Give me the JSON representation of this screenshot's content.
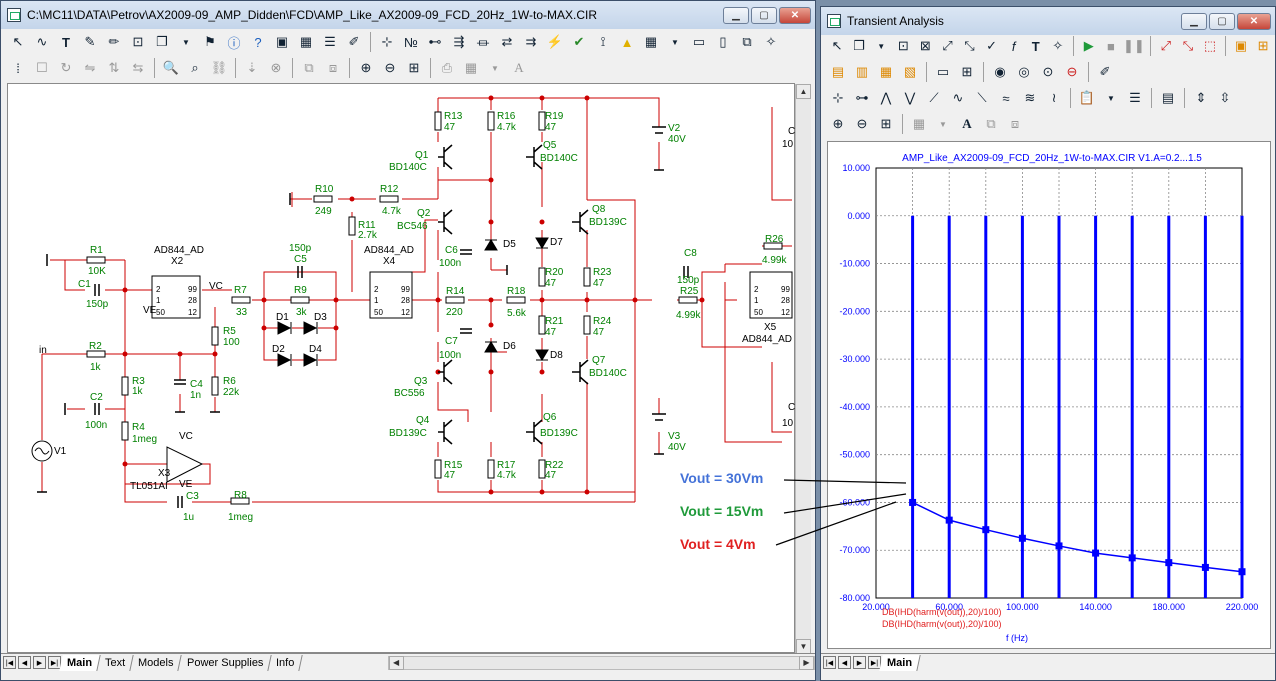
{
  "schematic_window": {
    "title": "C:\\MC11\\DATA\\Petrov\\AX2009-09_AMP_Didden\\FCD\\AMP_Like_AX2009-09_FCD_20Hz_1W-to-MAX.CIR",
    "tabs": [
      "Main",
      "Text",
      "Models",
      "Power Supplies",
      "Info"
    ],
    "active_tab": "Main",
    "components": {
      "R1": {
        "name": "R1",
        "value": "10K"
      },
      "C1": {
        "name": "C1",
        "value": "150p"
      },
      "R2": {
        "name": "R2",
        "value": "1k"
      },
      "C2": {
        "name": "C2",
        "value": "100n"
      },
      "R3": {
        "name": "R3",
        "value": "1k"
      },
      "R4": {
        "name": "R4",
        "value": "1meg"
      },
      "C3": {
        "name": "C3",
        "value": "1u"
      },
      "R8": {
        "name": "R8",
        "value": "1meg"
      },
      "C4": {
        "name": "C4",
        "value": "1n"
      },
      "R5": {
        "name": "R5",
        "value": "100"
      },
      "R6": {
        "name": "R6",
        "value": "22k"
      },
      "R7": {
        "name": "R7",
        "value": "33"
      },
      "C5": {
        "name": "C5",
        "value": "150p"
      },
      "R9": {
        "name": "R9",
        "value": "3k"
      },
      "R10": {
        "name": "R10",
        "value": "249"
      },
      "R11": {
        "name": "R11",
        "value": "2.7k"
      },
      "R12": {
        "name": "R12",
        "value": "4.7k"
      },
      "R13": {
        "name": "R13",
        "value": "47"
      },
      "R14": {
        "name": "R14",
        "value": "220"
      },
      "R15": {
        "name": "R15",
        "value": "47"
      },
      "R16": {
        "name": "R16",
        "value": "4.7k"
      },
      "R17": {
        "name": "R17",
        "value": "4.7k"
      },
      "R18": {
        "name": "R18",
        "value": "5.6k"
      },
      "R19": {
        "name": "R19",
        "value": "47"
      },
      "R20": {
        "name": "R20",
        "value": "47"
      },
      "R21": {
        "name": "R21",
        "value": "47"
      },
      "R22": {
        "name": "R22",
        "value": "47"
      },
      "R23": {
        "name": "R23",
        "value": "47"
      },
      "R24": {
        "name": "R24",
        "value": "47"
      },
      "R25": {
        "name": "R25",
        "value": "4.99k"
      },
      "R26": {
        "name": "R26",
        "value": "4.99k"
      },
      "C6": {
        "name": "C6",
        "value": "100n"
      },
      "C7": {
        "name": "C7",
        "value": "100n"
      },
      "C8": {
        "name": "C8",
        "value": "150p"
      },
      "Q1": {
        "name": "Q1",
        "value": "BD140C"
      },
      "Q2": {
        "name": "Q2",
        "value": "BC546"
      },
      "Q3": {
        "name": "Q3",
        "value": "BC556"
      },
      "Q4": {
        "name": "Q4",
        "value": "BD139C"
      },
      "Q5": {
        "name": "Q5",
        "value": "BD140C"
      },
      "Q6": {
        "name": "Q6",
        "value": "BD139C"
      },
      "Q7": {
        "name": "Q7",
        "value": "BD140C"
      },
      "Q8": {
        "name": "Q8",
        "value": "BD139C"
      },
      "V2": {
        "name": "V2",
        "value": "40V"
      },
      "V3": {
        "name": "V3",
        "value": "40V"
      },
      "X2": {
        "name": "X2",
        "value": "AD844_AD"
      },
      "X4": {
        "name": "X4",
        "value": "AD844_AD"
      },
      "X5": {
        "name": "X5",
        "value": "AD844_AD"
      },
      "X3": {
        "name": "X3",
        "value": "TL051AI"
      },
      "D1": "D1",
      "D2": "D2",
      "D3": "D3",
      "D4": "D4",
      "D5": "D5",
      "D6": "D6",
      "D7": "D7",
      "D8": "D8",
      "V1": "V1",
      "in": "in",
      "VC": "VC",
      "VE": "VE",
      "C_partial": "C",
      "C_partial_value": "10"
    },
    "pin_labels": {
      "p2": "2",
      "p1": "1",
      "p50": "50",
      "p99": "99",
      "p28": "28",
      "p12": "12"
    }
  },
  "transient_window": {
    "title": "Transient Analysis",
    "tabs": [
      "Main"
    ],
    "active_tab": "Main"
  },
  "annotations": [
    {
      "text": "Vout = 30Vm",
      "color": "#4472d8"
    },
    {
      "text": "Vout = 15Vm",
      "color": "#1f9a3a"
    },
    {
      "text": "Vout = 4Vm",
      "color": "#e02020"
    }
  ],
  "chart_data": {
    "type": "bar",
    "title": "AMP_Like_AX2009-09_FCD_20Hz_1W-to-MAX.CIR V1.A=0.2...1.5",
    "xlabel": "f (Hz)",
    "ylabel": "",
    "xlim": [
      20,
      220
    ],
    "ylim": [
      -80,
      10
    ],
    "x_ticks": [
      "20.000",
      "60.000",
      "100.000",
      "140.000",
      "180.000",
      "220.000"
    ],
    "y_ticks": [
      "10.000",
      "0.000",
      "-10.000",
      "-20.000",
      "-30.000",
      "-40.000",
      "-50.000",
      "-60.000",
      "-70.000",
      "-80.000"
    ],
    "grid": true,
    "legend_entries": [
      "DB(IHD(harm(v(out)),20)/100)",
      "DB(IHD(harm(v(out)),20)/100)"
    ],
    "legend_colors": [
      "#e02020",
      "#e02020"
    ],
    "series": [
      {
        "type": "bar",
        "color": "#0000ff",
        "x": [
          20,
          40,
          60,
          80,
          100,
          120,
          140,
          160,
          180,
          200,
          220
        ],
        "values": [
          -80,
          0,
          0,
          0,
          0,
          0,
          0,
          0,
          0,
          0,
          0
        ]
      },
      {
        "type": "line",
        "color": "#0000ff",
        "x": [
          40,
          60,
          80,
          100,
          120,
          140,
          160,
          180,
          200,
          220
        ],
        "values": [
          -60.0,
          -63.7,
          -65.7,
          -67.5,
          -69.1,
          -70.6,
          -71.6,
          -72.6,
          -73.6,
          -74.5
        ]
      }
    ]
  }
}
